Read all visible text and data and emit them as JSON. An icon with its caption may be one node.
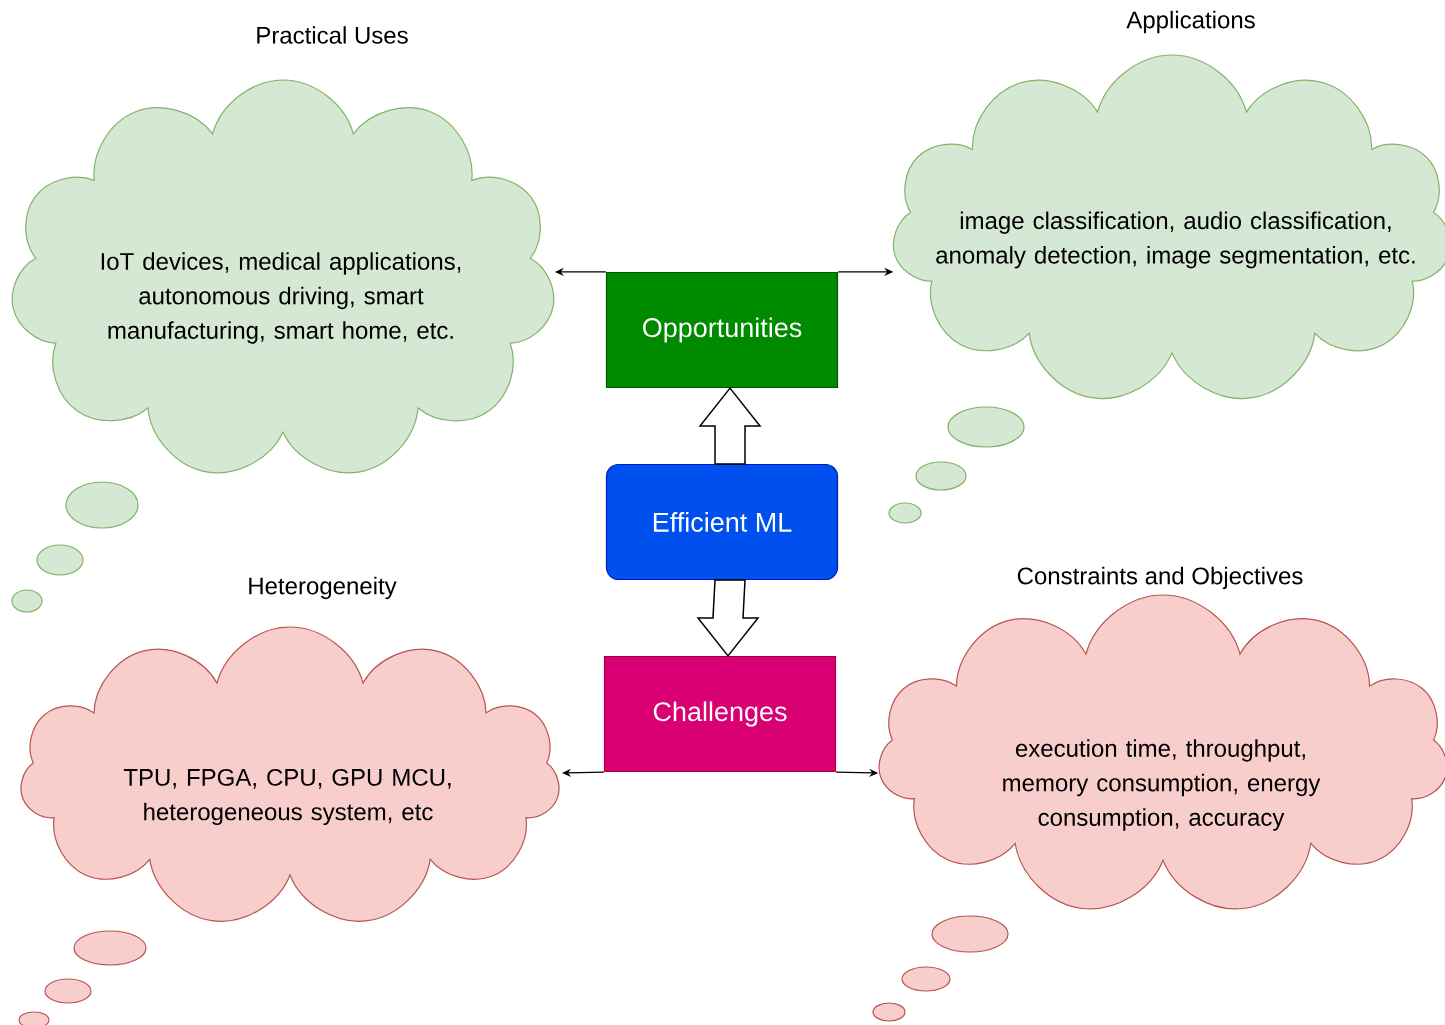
{
  "diagram": {
    "nodes": [
      {
        "text": [
          "Efficient ML"
        ]
      },
      {
        "text": [
          "Opportunities"
        ]
      },
      {
        "text": [
          "Challenges"
        ]
      },
      {
        "text": [
          "Practical Uses",
          "IoT devices, medical applications, autonomous driving, smart manufacturing, smart home, etc."
        ]
      },
      {
        "text": [
          "Applications",
          "image classification, audio classification, anomaly detection, image segmentation, etc."
        ]
      },
      {
        "text": [
          "Heterogeneity",
          "TPU, FPGA, CPU, GPU MCU, heterogeneous system, etc"
        ]
      },
      {
        "text": [
          "Constraints and Objectives",
          "execution time, throughput, memory consumption, energy consumption, accuracy"
        ]
      }
    ],
    "edges": [
      {
        "from": 0,
        "to": 1,
        "arrow": "to",
        "style": "thick"
      },
      {
        "from": 0,
        "to": 2,
        "arrow": "to",
        "style": "thick"
      },
      {
        "from": 1,
        "to": 3,
        "arrow": "to"
      },
      {
        "from": 1,
        "to": 4,
        "arrow": "to"
      },
      {
        "from": 2,
        "to": 5,
        "arrow": "to"
      },
      {
        "from": 2,
        "to": 6,
        "arrow": "to"
      }
    ]
  }
}
